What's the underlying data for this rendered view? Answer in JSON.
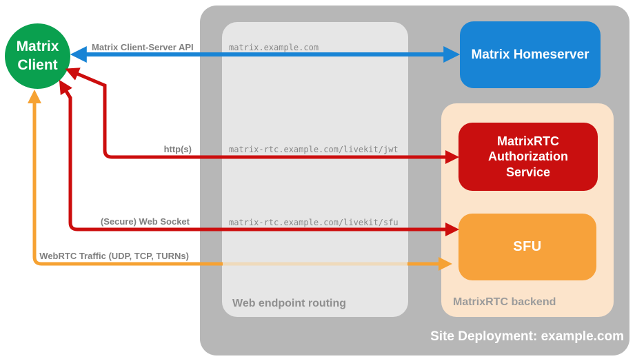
{
  "diagram_title": "Site Deployment: example.com",
  "containers": {
    "site_deployment": {
      "label": "Site Deployment: example.com",
      "color": "#b7b7b7"
    },
    "web_endpoint_routing": {
      "label": "Web endpoint routing",
      "color": "#e6e6e6"
    },
    "matrixrtc_backend": {
      "label": "MatrixRTC backend",
      "color": "#fce4cb"
    }
  },
  "nodes": {
    "matrix_client": {
      "label_line1": "Matrix",
      "label_line2": "Client",
      "color": "#0aa04f"
    },
    "matrix_homeserver": {
      "label": "Matrix Homeserver",
      "color": "#1884d5"
    },
    "matrixrtc_authorization_service": {
      "label": "MatrixRTC Authorization Service",
      "color": "#c90f0f"
    },
    "sfu": {
      "label": "SFU",
      "color": "#f7a23b"
    }
  },
  "routes": {
    "homeserver_host": "matrix.example.com",
    "jwt_endpoint": "matrix-rtc.example.com/livekit/jwt",
    "sfu_endpoint": "matrix-rtc.example.com/livekit/sfu"
  },
  "arrows": {
    "client_server_api": {
      "label": "Matrix Client-Server API",
      "color": "#1884d5",
      "bidirectional": true
    },
    "https": {
      "label": "http(s)",
      "color": "#cc0d0d",
      "bidirectional": true
    },
    "secure_websocket": {
      "label": "(Secure) Web Socket",
      "color": "#cc0d0d",
      "bidirectional": true
    },
    "webrtc_traffic": {
      "label": "WebRTC Traffic (UDP, TCP, TURNs)",
      "color": "#f6a233",
      "bidirectional": true
    }
  }
}
